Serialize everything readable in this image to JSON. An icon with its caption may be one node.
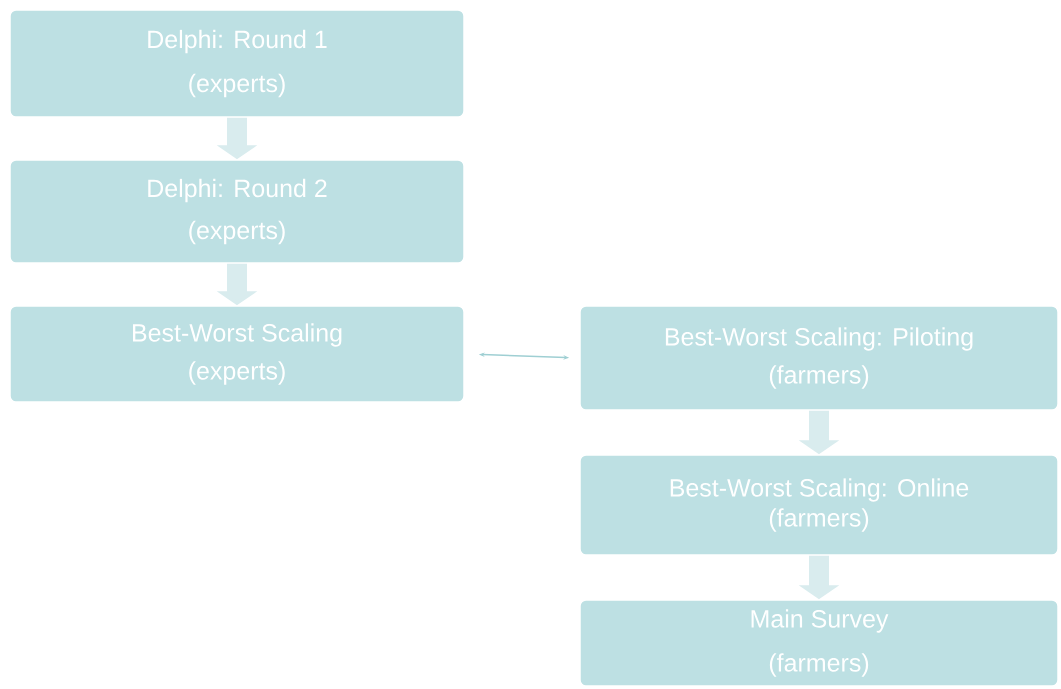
{
  "diagram": {
    "nodes": [
      {
        "text": [
          "Delphi: Round 1",
          "(experts)"
        ]
      },
      {
        "text": [
          "Delphi: Round 2",
          "(experts)"
        ]
      },
      {
        "text": [
          "Best-Worst Scaling",
          "(experts)"
        ]
      },
      {
        "text": [
          "Best-Worst Scaling: Piloting",
          "(farmers)"
        ]
      },
      {
        "text": [
          "Best-Worst Scaling: Online",
          "(farmers)"
        ]
      },
      {
        "text": [
          "Main Survey",
          "(farmers)"
        ]
      }
    ],
    "edges": [
      {
        "from": 0,
        "to": 1,
        "arrow": "to"
      },
      {
        "from": 1,
        "to": 2,
        "arrow": "to"
      },
      {
        "from": 2,
        "to": 3,
        "arrow": "both",
        "color": "#9fcfd3"
      },
      {
        "from": 3,
        "to": 4,
        "arrow": "to"
      },
      {
        "from": 4,
        "to": 5,
        "arrow": "to"
      }
    ]
  }
}
